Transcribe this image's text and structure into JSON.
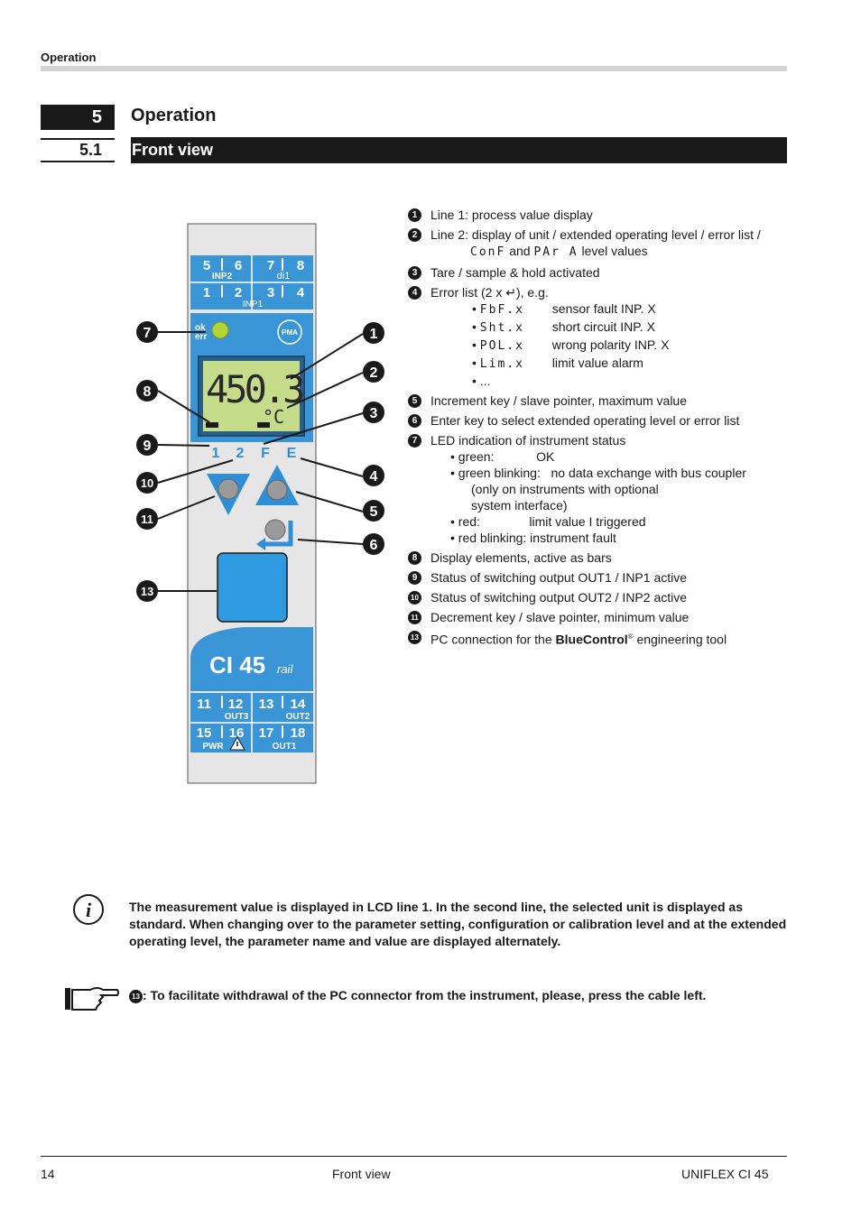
{
  "header": {
    "running_title": "Operation"
  },
  "section": {
    "number": "5",
    "title": "Operation"
  },
  "subsection": {
    "number": "5.1",
    "title": "Front view"
  },
  "device": {
    "terminals_top_row1": [
      "5",
      "6",
      "7",
      "8"
    ],
    "inp2_label": "INP2",
    "di1_label": "di1",
    "terminals_top_row2": [
      "1",
      "2",
      "3",
      "4"
    ],
    "inp1_label": "INP1",
    "ok_label": "ok",
    "err_label": "err",
    "pma_label": "PMA",
    "lcd_line1": "450.3",
    "lcd_line2": "°C",
    "function_keys": [
      "1",
      "2",
      "F",
      "E"
    ],
    "model_name": "CI 45",
    "model_suffix": "rail",
    "terminals_bottom_row1": [
      "11",
      "12",
      "13",
      "14"
    ],
    "out3_label": "OUT3",
    "out2_label": "OUT2",
    "terminals_bottom_row2": [
      "15",
      "16",
      "17",
      "18"
    ],
    "pwr_label": "PWR",
    "out1_label": "OUT1",
    "callouts_left": [
      "7",
      "8",
      "9",
      "10",
      "11",
      "13"
    ],
    "callouts_right": [
      "1",
      "2",
      "3",
      "4",
      "5",
      "6"
    ],
    "colors": {
      "panel_blue": "#3a95d6",
      "key_blue": "#2e8fd6",
      "lcd_green": "#c5dc8a",
      "led_green": "#b5d334",
      "panel_grey": "#e6e6e6"
    }
  },
  "legend": {
    "item1": {
      "num": "1",
      "text": "Line 1: process value display"
    },
    "item2": {
      "num": "2",
      "text": "Line 2: display of unit / extended operating level / error list /",
      "conf": "ConF",
      "and": "and",
      "par": "PAr A",
      "tail": "level values"
    },
    "item3": {
      "num": "3",
      "text": "Tare / sample & hold activated"
    },
    "item4": {
      "num": "4",
      "text": "Error list (2 x ↵), e.g.",
      "errors": [
        {
          "code": "FbF.x",
          "desc": "sensor fault INP. X"
        },
        {
          "code": "Sht.x",
          "desc": "short circuit INP. X"
        },
        {
          "code": "POL.x",
          "desc": "wrong polarity INP. X"
        },
        {
          "code": "Lim.x",
          "desc": "limit value alarm"
        }
      ],
      "more": "..."
    },
    "item5": {
      "num": "5",
      "text": "Increment key / slave pointer, maximum value"
    },
    "item6": {
      "num": "6",
      "text": "Enter key to select extended operating level or error list"
    },
    "item7": {
      "num": "7",
      "text": "LED indication of instrument status",
      "green": "• green:            OK",
      "green_blink": "• green blinking:   no data exchange with bus coupler",
      "green_blink2": "(only on instruments with optional",
      "green_blink3": "system interface)",
      "red": "• red:              limit value I triggered",
      "red_blink": "• red blinking: instrument fault"
    },
    "item8": {
      "num": "8",
      "text": "Display elements, active as bars"
    },
    "item9": {
      "num": "9",
      "text": "Status of switching output OUT1 / INP1 active"
    },
    "item10": {
      "num": "10",
      "text": "Status of switching output OUT2 / INP2 active"
    },
    "item11": {
      "num": "11",
      "text": "Decrement key / slave pointer, minimum value"
    },
    "item13": {
      "num": "13",
      "text_pre": "PC connection for the",
      "brand": "BlueControl",
      "reg": "®",
      "text_post": "engineering tool"
    }
  },
  "note_info": "The measurement value is displayed in LCD line 1. In the second line, the selected unit is displayed as standard. When changing over to the parameter setting, configuration or calibration level and at the extended operating level, the parameter name and value are displayed alternately.",
  "note_hand": {
    "num": "13",
    "text": ": To facilitate withdrawal of the PC connector from the instrument, please, press the cable left."
  },
  "footer": {
    "page": "14",
    "center": "Front view",
    "right": "UNIFLEX CI 45"
  }
}
